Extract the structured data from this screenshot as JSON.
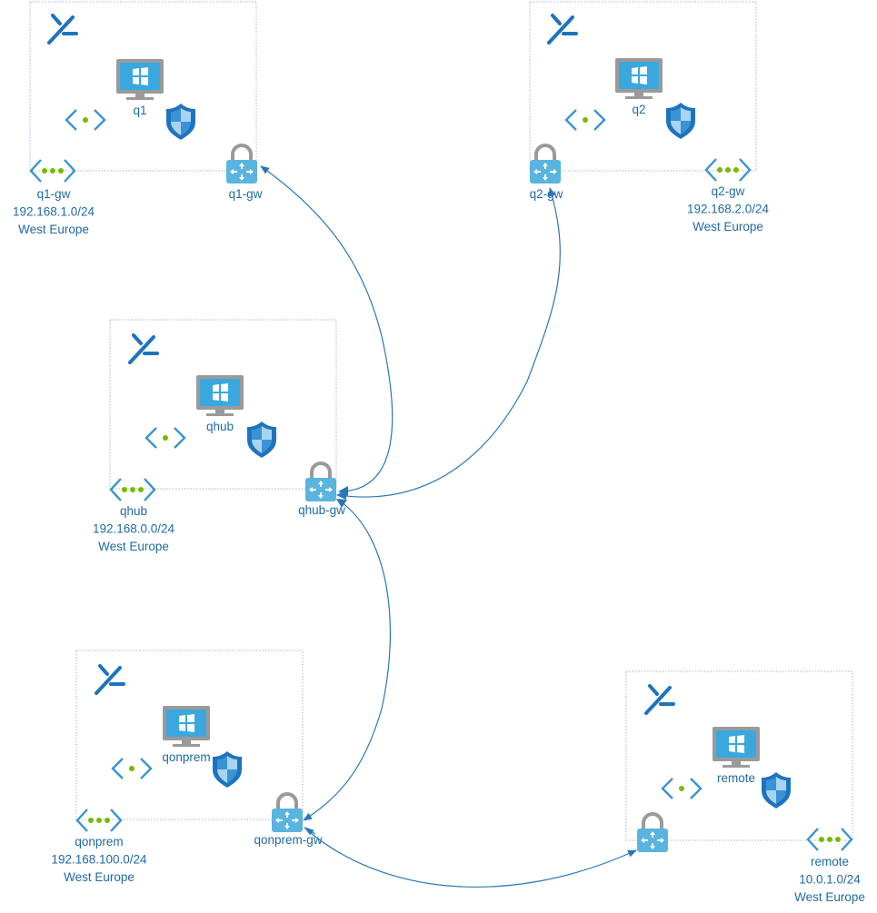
{
  "colors": {
    "accent": "#1f6aa5",
    "icon_blue": "#1e73be",
    "light_blue": "#59b4d9",
    "green": "#7ab800",
    "gray": "#9a9a9a"
  },
  "icons": {
    "peering": "peering-icon",
    "vm": "windows-vm-icon",
    "subnet": "subnet-icon",
    "nsg": "shield-icon",
    "vnet": "vnet-icon",
    "gateway": "vpn-gateway-icon"
  },
  "groups": [
    {
      "id": "q1",
      "vm_label": "q1",
      "gateway_label": "q1-gw",
      "vnet_lines": [
        "q1-gw",
        "192.168.1.0/24",
        "West Europe"
      ]
    },
    {
      "id": "q2",
      "vm_label": "q2",
      "gateway_label": "q2-gw",
      "vnet_lines": [
        "q2-gw",
        "192.168.2.0/24",
        "West Europe"
      ]
    },
    {
      "id": "qhub",
      "vm_label": "qhub",
      "gateway_label": "qhub-gw",
      "vnet_lines": [
        "qhub",
        "192.168.0.0/24",
        "West Europe"
      ]
    },
    {
      "id": "qonprem",
      "vm_label": "qonprem",
      "gateway_label": "qonprem-gw",
      "vnet_lines": [
        "qonprem",
        "192.168.100.0/24",
        "West Europe"
      ]
    },
    {
      "id": "remote",
      "vm_label": "remote",
      "gateway_label": "",
      "vnet_lines": [
        "remote",
        "10.0.1.0/24",
        "West Europe"
      ]
    }
  ],
  "connections": [
    {
      "from": "qhub",
      "to": "q1"
    },
    {
      "from": "qhub",
      "to": "q2"
    },
    {
      "from": "qhub",
      "to": "qonprem"
    },
    {
      "from": "qonprem",
      "to": "remote"
    }
  ]
}
